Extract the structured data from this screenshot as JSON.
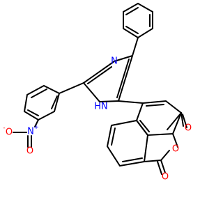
{
  "molecule": {
    "colors": {
      "bond": "#000000",
      "nitrogen": "#0000ff",
      "oxygen": "#ff0000"
    },
    "atoms": {
      "nitro_n": {
        "text": "N",
        "charge": "+"
      },
      "nitro_o_minus": {
        "text": "O",
        "charge": "-"
      },
      "nitro_o": {
        "text": "O"
      },
      "imidazole_n": {
        "text": "N"
      },
      "imidazole_nh": {
        "text": "HN"
      },
      "anhydride_o_top": {
        "text": "O"
      },
      "anhydride_o_ring": {
        "text": "O"
      },
      "anhydride_o_bottom": {
        "text": "O"
      }
    }
  }
}
